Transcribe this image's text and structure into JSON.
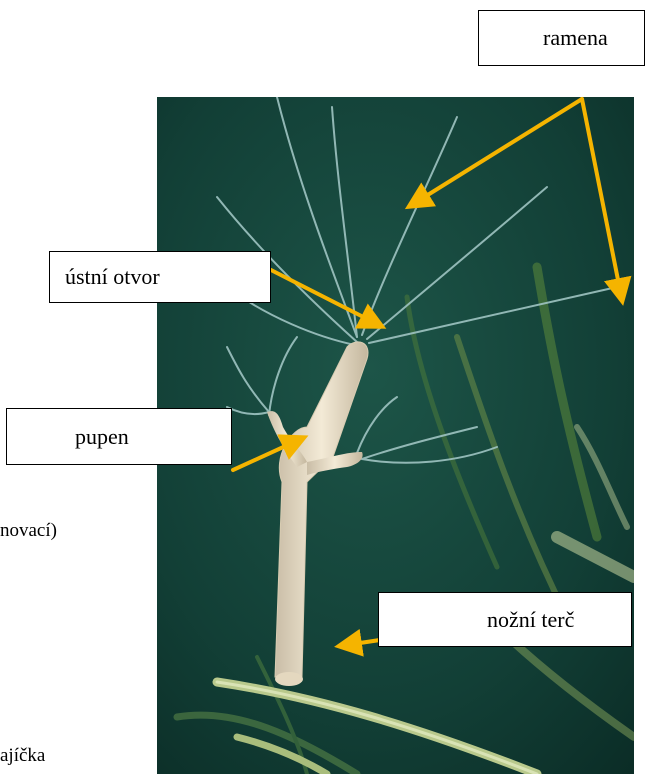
{
  "labels": {
    "ramena": "ramena",
    "ustni_otvor": "ústní otvor",
    "pupen": "pupen",
    "nozni_terc": "nožní terč"
  },
  "side_text": {
    "line1": "novací)",
    "line2": "ajíčka"
  },
  "colors": {
    "arrow": "#f5b400",
    "water": "#123f36",
    "body": "#e9ddc4",
    "tentacle": "#9fc4c2",
    "box_border": "#000000"
  }
}
